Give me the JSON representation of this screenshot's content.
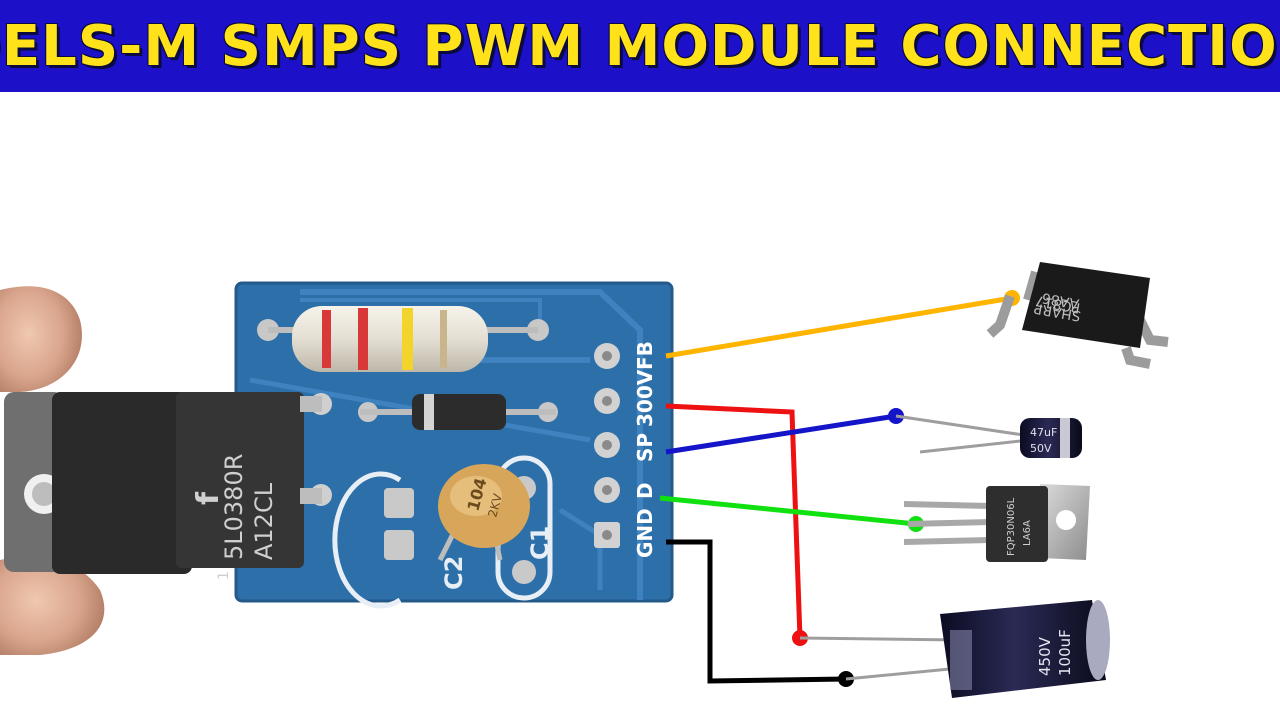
{
  "title": "DELS-M SMPS PWM MODULE CONNECTION",
  "pcb": {
    "pins": [
      "FB",
      "300V",
      "SP",
      "D",
      "GND"
    ],
    "silkscreen": [
      "C2",
      "C1"
    ],
    "ceramic_cap_marking": [
      "104",
      "2KV"
    ]
  },
  "mosfet_marking": [
    "5L0380R",
    "A12CL",
    "1"
  ],
  "components": {
    "optocoupler": [
      "AA86",
      "PC817",
      "SHARP"
    ],
    "small_capacitor": [
      "47uF",
      "50V"
    ],
    "regulator": [
      "FQP30N06L",
      "LA6A"
    ],
    "large_capacitor": [
      "100uF",
      "450V"
    ]
  },
  "wire_colors": {
    "FB": "#ffb400",
    "300V": "#ee1111",
    "SP": "#1414c8",
    "D": "#11e011",
    "GND": "#000000"
  },
  "colors": {
    "banner_bg": "#1c10c8",
    "banner_text": "#ffe21a",
    "pcb": "#2d6fa8"
  }
}
